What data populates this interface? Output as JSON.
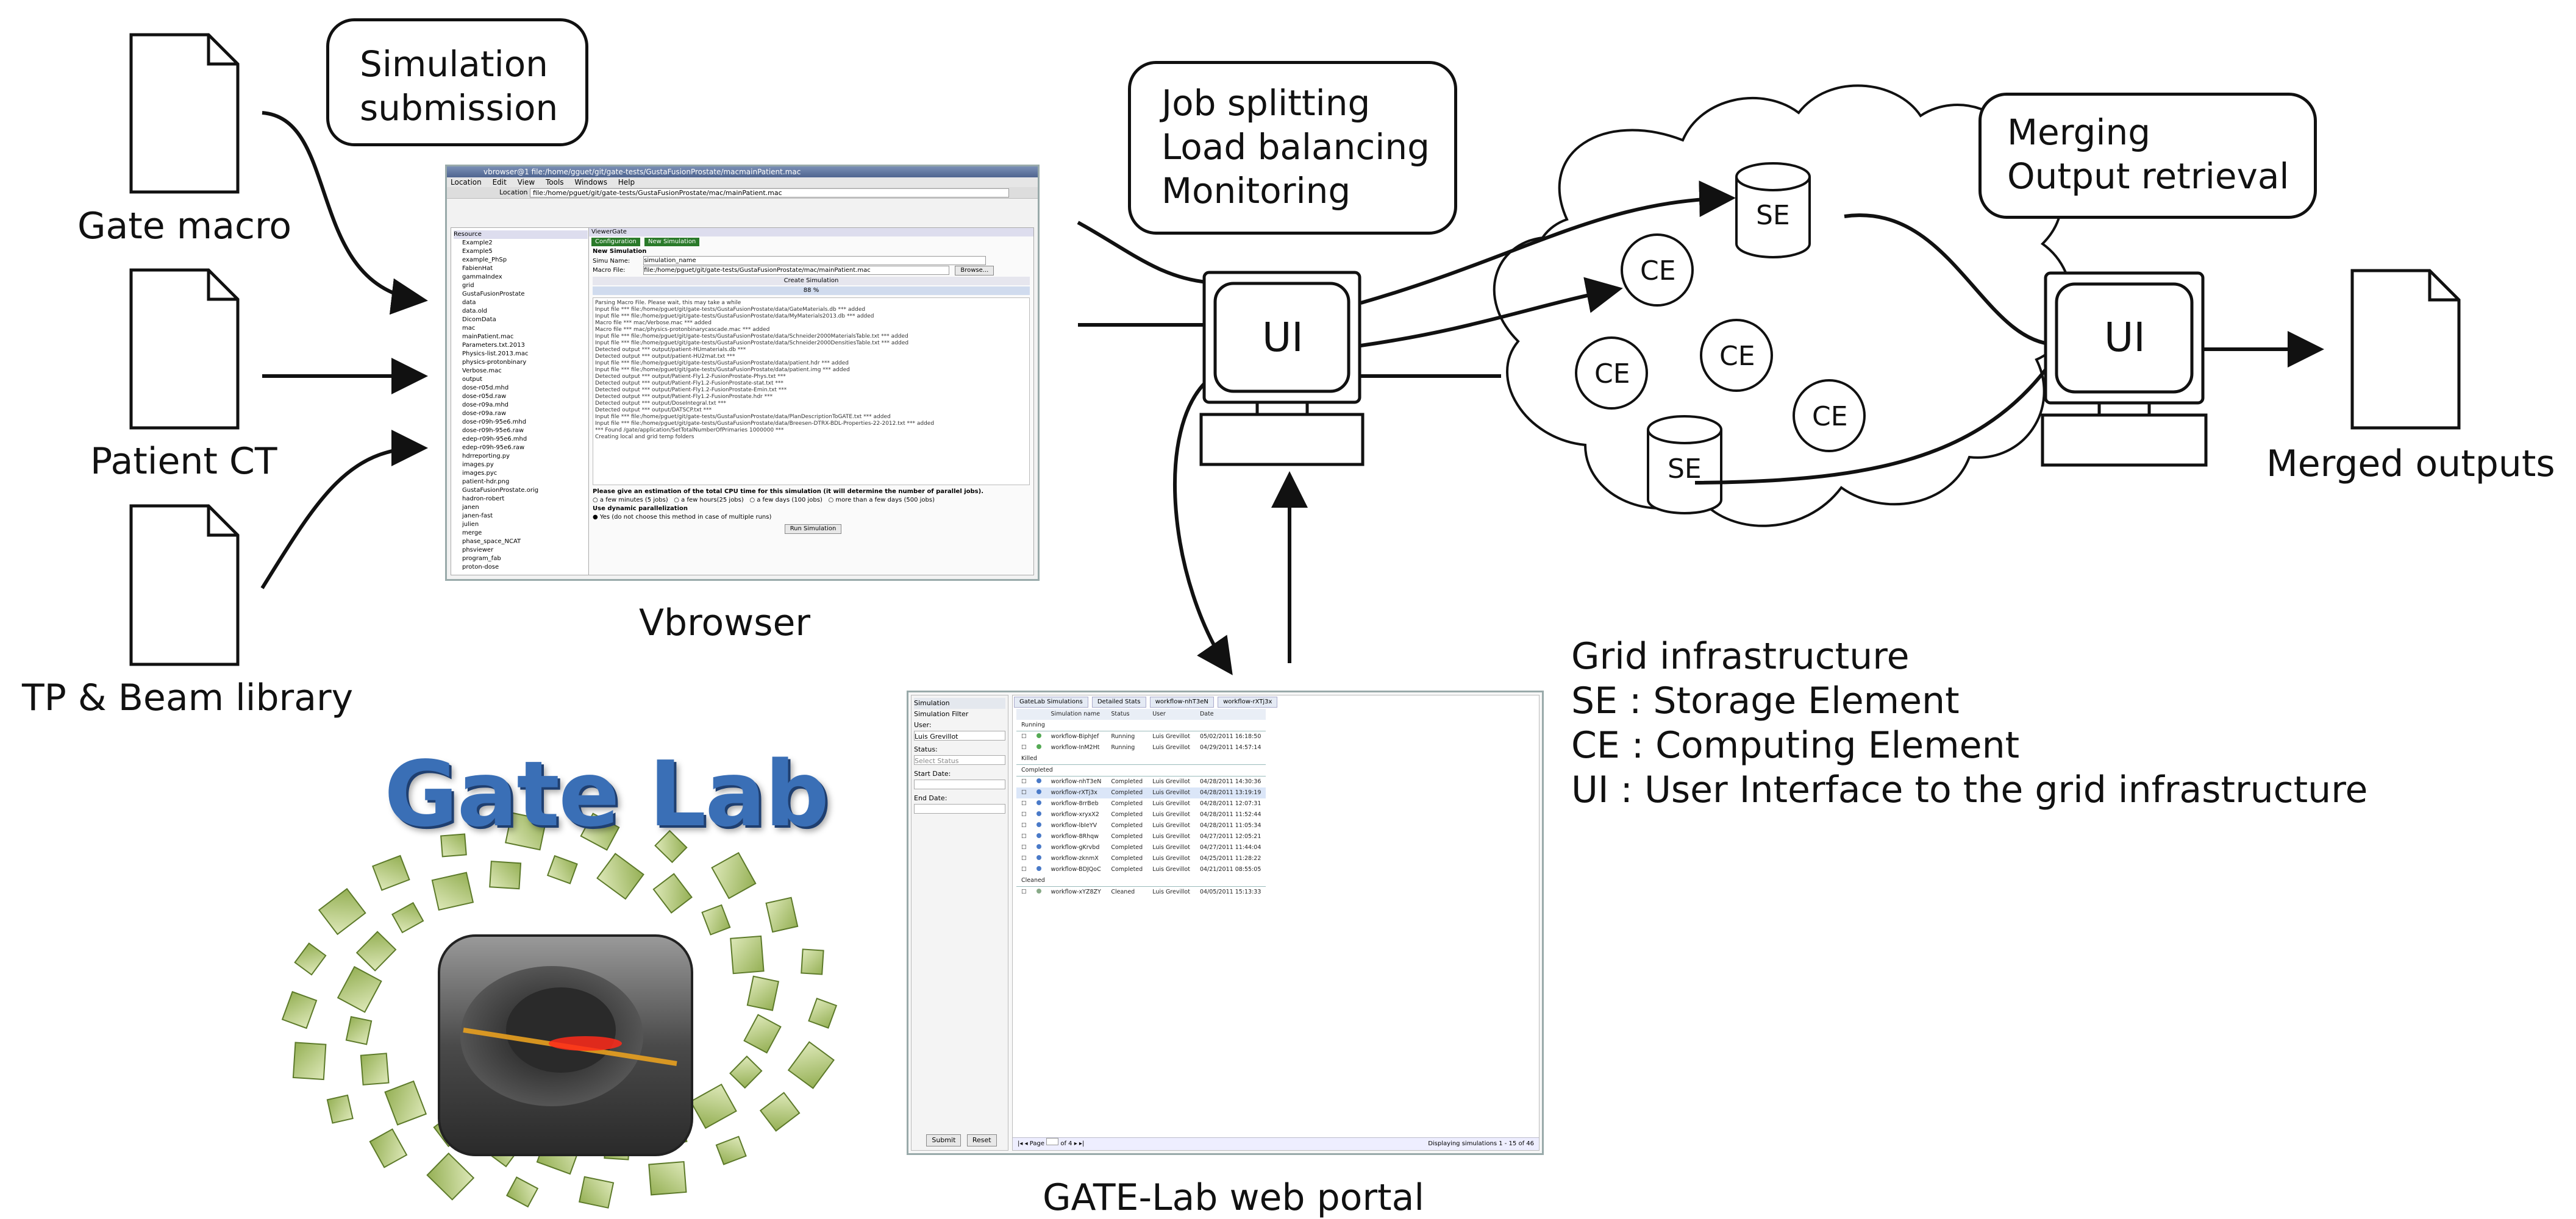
{
  "inputs": {
    "gate_macro": "Gate macro",
    "patient_ct": "Patient CT",
    "tp_beam": "TP & Beam library"
  },
  "boxes": {
    "simulation_submission": [
      "Simulation",
      "submission"
    ],
    "job_management": [
      "Job splitting",
      "Load balancing",
      "Monitoring"
    ],
    "merging": [
      "Merging",
      "Output retrieval"
    ]
  },
  "ui_label": "UI",
  "se_label": "SE",
  "ce_label": "CE",
  "captions": {
    "vbrowser": "Vbrowser",
    "web_portal": "GATE-Lab web portal",
    "merged_outputs": "Merged outputs"
  },
  "legend": {
    "title": "Grid infrastructure",
    "se": "SE : Storage Element",
    "ce": "CE : Computing Element",
    "ui": "UI : User Interface to the grid infrastructure"
  },
  "logo": "Gate Lab",
  "vbrowser_shot": {
    "title": "vbrowser@1 file:/home/gguet/git/gate-tests/GustaFusionProstate/macmainPatient.mac",
    "menu": [
      "Location",
      "Edit",
      "View",
      "Tools",
      "Windows",
      "Help"
    ],
    "location_label": "Location",
    "location_value": "file:/home/pguet/git/gate-tests/GustaFusionProstate/mac/mainPatient.mac",
    "resource_tab": "Resource",
    "tree": [
      "Example2",
      "Example5",
      "example_PhSp",
      "FabienHat",
      "gammaIndex",
      "grid",
      "GustaFusionProstate",
      "data",
      "data.old",
      "DicomData",
      "mac",
      "mainPatient.mac",
      "Parameters.txt.2013",
      "Physics-list.2013.mac",
      "physics-protonbinary",
      "Verbose.mac",
      "output",
      "dose-r05d.mhd",
      "dose-r05d.raw",
      "dose-r09a.mhd",
      "dose-r09a.raw",
      "dose-r09h-95e6.mhd",
      "dose-r09h-95e6.raw",
      "edep-r09h-95e6.mhd",
      "edep-r09h-95e6.raw",
      "hdrreporting.py",
      "images.py",
      "images.pyc",
      "patient-hdr.png",
      "GustaFusionProstate.orig",
      "hadron-robert",
      "janen",
      "janen-fast",
      "julien",
      "merge",
      "phase_space_NCAT",
      "phsviewer",
      "program_fab",
      "proton-dose"
    ],
    "viewer_tab": "ViewerGate",
    "tabs": [
      "Configuration",
      "New Simulation"
    ],
    "new_sim": "New Simulation",
    "simu_name_label": "Simu Name:",
    "simu_name_value": "simulation_name",
    "macro_label": "Macro File:",
    "macro_value": "file:/home/pguet/git/gate-tests/GustaFusionProstate/mac/mainPatient.mac",
    "browse": "Browse...",
    "create": "Create Simulation",
    "progress": "88 %",
    "log": [
      "Parsing Macro File. Please wait, this may take a while",
      "Input file *** file:/home/pguet/git/gate-tests/GustaFusionProstate/data/GateMaterials.db *** added",
      "Input file *** file:/home/pguet/git/gate-tests/GustaFusionProstate/data/MyMaterials2013.db *** added",
      "Macro file *** mac/Verbose.mac *** added",
      "Macro file *** mac/physics-protonbinarycascade.mac *** added",
      "Input file *** file:/home/pguet/git/gate-tests/GustaFusionProstate/data/Schneider2000MaterialsTable.txt *** added",
      "Input file *** file:/home/pguet/git/gate-tests/GustaFusionProstate/data/Schneider2000DensitiesTable.txt *** added",
      "Detected output *** output/patient-HUmaterials.db ***",
      "Detected output *** output/patient-HU2mat.txt ***",
      "Input file *** file:/home/pguet/git/gate-tests/GustaFusionProstate/data/patient.hdr *** added",
      "Input file *** file:/home/pguet/git/gate-tests/GustaFusionProstate/data/patient.img *** added",
      "Detected output *** output/Patient-Fly1.2-FusionProstate-Phys.txt ***",
      "Detected output *** output/Patient-Fly1.2-FusionProstate-stat.txt ***",
      "Detected output *** output/Patient-Fly1.2-FusionProstate-Emin.txt ***",
      "Detected output *** output/Patient-Fly1.2-FusionProstate.hdr ***",
      "Detected output *** output/DoseIntegral.txt ***",
      "Detected output *** output/DATSCP.txt ***",
      "Input file *** file:/home/pguet/git/gate-tests/GustaFusionProstate/data/PlanDescriptionToGATE.txt *** added",
      "Input file *** file:/home/pguet/git/gate-tests/GustaFusionProstate/data/Breesen-DTRX-BDL-Properties-22-2012.txt *** added",
      "*** Found /gate/application/SetTotalNumberOfPrimaries 1000000 ***",
      "Creating local and grid temp folders"
    ],
    "estimate_q": "Please give an estimation of the total CPU time for this simulation (it will determine the number of parallel jobs).",
    "estimate_opts": [
      "a few minutes (5 jobs)",
      "a few hours(25 jobs)",
      "a few days (100 jobs)",
      "more than a few days (500 jobs)"
    ],
    "dyn_label": "Use dynamic parallelization",
    "dyn_opt": "Yes (do not choose this method in case of multiple runs)",
    "run": "Run Simulation"
  },
  "portal_shot": {
    "side_title": "Simulation",
    "side_filter": "Simulation Filter",
    "user_label": "User:",
    "user_value": "Luis Grevillot",
    "status_label": "Status:",
    "status_value": "Select Status",
    "start_label": "Start Date:",
    "end_label": "End Date:",
    "submit": "Submit",
    "reset": "Reset",
    "tabs": [
      "GateLab Simulations",
      "Detailed Stats",
      "workflow-nhT3eN",
      "workflow-rXTj3x"
    ],
    "columns": [
      "Simulation name",
      "Status",
      "User",
      "Date"
    ],
    "groups": [
      {
        "name": "Running",
        "rows": [
          [
            "workflow-BiphJef",
            "Running",
            "Luis Grevillot",
            "05/02/2011 16:18:50"
          ],
          [
            "workflow-InM2Ht",
            "Running",
            "Luis Grevillot",
            "04/29/2011 14:57:14"
          ]
        ]
      },
      {
        "name": "Killed",
        "rows": []
      },
      {
        "name": "Completed",
        "rows": [
          [
            "workflow-nhT3eN",
            "Completed",
            "Luis Grevillot",
            "04/28/2011 14:30:36"
          ],
          [
            "workflow-rXTj3x",
            "Completed",
            "Luis Grevillot",
            "04/28/2011 13:19:19"
          ],
          [
            "workflow-8rrBeb",
            "Completed",
            "Luis Grevillot",
            "04/28/2011 12:07:31"
          ],
          [
            "workflow-xryxX2",
            "Completed",
            "Luis Grevillot",
            "04/28/2011 11:52:44"
          ],
          [
            "workflow-lbIeYV",
            "Completed",
            "Luis Grevillot",
            "04/28/2011 11:05:34"
          ],
          [
            "workflow-8Rhqw",
            "Completed",
            "Luis Grevillot",
            "04/27/2011 12:05:21"
          ],
          [
            "workflow-gKrvbd",
            "Completed",
            "Luis Grevillot",
            "04/27/2011 11:44:04"
          ],
          [
            "workflow-zknmX",
            "Completed",
            "Luis Grevillot",
            "04/25/2011 11:28:22"
          ],
          [
            "workflow-BDJQoC",
            "Completed",
            "Luis Grevillot",
            "04/21/2011 08:55:05"
          ]
        ]
      },
      {
        "name": "Cleaned",
        "rows": [
          [
            "workflow-xYZ8ZY",
            "Cleaned",
            "Luis Grevillot",
            "04/05/2011 15:13:33"
          ]
        ]
      }
    ],
    "pager": "Page",
    "pager_of": "of 4",
    "footer_right": "Displaying simulations 1 - 15 of 46"
  }
}
